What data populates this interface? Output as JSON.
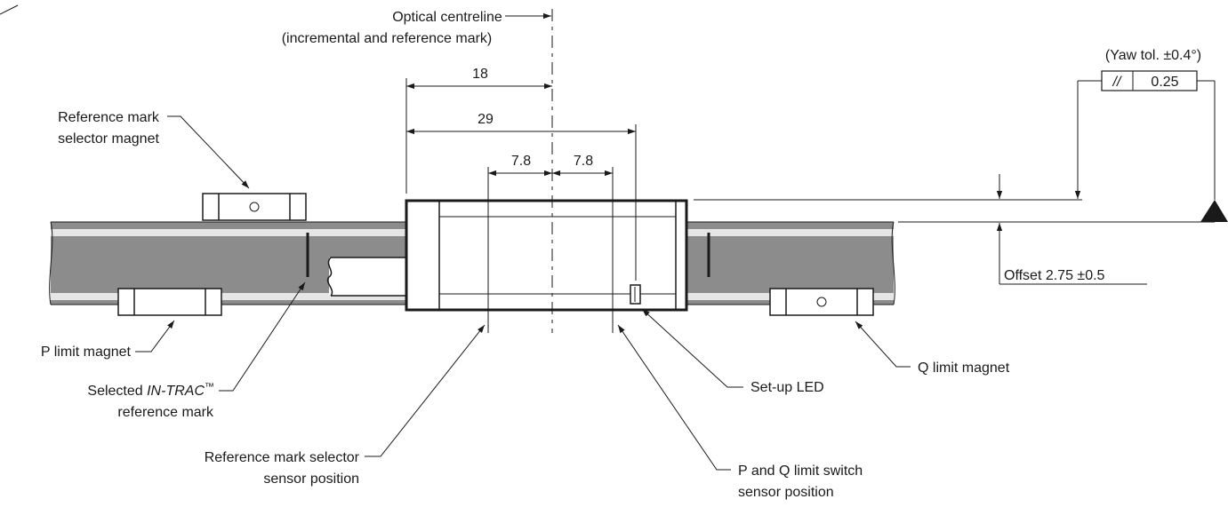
{
  "labels": {
    "optical_centreline_1": "Optical centreline",
    "optical_centreline_2": "(incremental and reference mark)",
    "yaw_tolerance": "(Yaw tol. ±0.4°)",
    "parallelism_symbol": "//",
    "parallelism_value": "0.25",
    "ref_selector_magnet_1": "Reference mark",
    "ref_selector_magnet_2": "selector magnet",
    "offset": "Offset 2.75 ±0.5",
    "p_limit_magnet": "P limit magnet",
    "q_limit_magnet": "Q limit magnet",
    "selected_ref_mark_1": "Selected ",
    "selected_ref_mark_brand": "IN-TRAC",
    "selected_ref_mark_tm": "™",
    "selected_ref_mark_2": "reference mark",
    "setup_led": "Set-up LED",
    "ref_selector_sensor_1": "Reference mark selector",
    "ref_selector_sensor_2": "sensor position",
    "limit_switch_sensor_1": "P and Q limit switch",
    "limit_switch_sensor_2": "sensor position"
  },
  "dimensions": {
    "dim_18": "18",
    "dim_29": "29",
    "dim_7_8_left": "7.8",
    "dim_7_8_right": "7.8"
  },
  "colors": {
    "scale_fill": "#8c8c8c",
    "scale_highlight": "#e6e6e6",
    "line": "#1a1a1a"
  }
}
